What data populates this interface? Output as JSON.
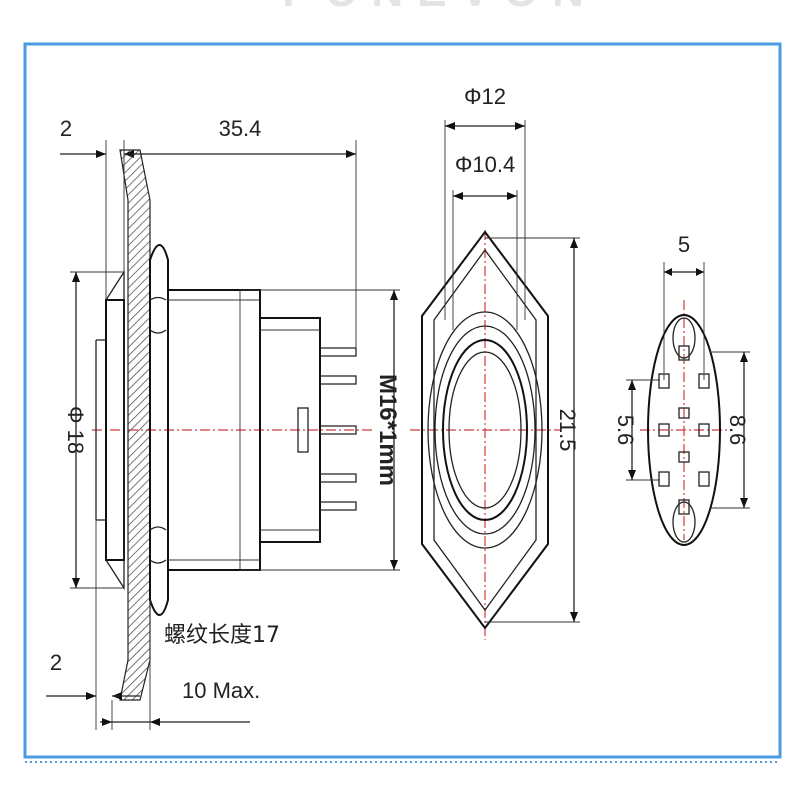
{
  "watermark": "PUNEVON",
  "colors": {
    "frame": "#4a9be0",
    "centerline": "#d23a3a",
    "ink": "#222222",
    "hatch": "#555555"
  },
  "side_view": {
    "panel_thickness_top": "2",
    "overall_length": "35.4",
    "diameter": "Φ 18",
    "thread_spec": "M16*1mm",
    "thread_length": "螺纹长度17",
    "max_panel": "10 Max.",
    "panel_thickness_bottom": "2"
  },
  "front_view": {
    "outer_diameter": "Φ12",
    "inner_diameter": "Φ10.4",
    "hex_height": "21.5"
  },
  "pin_view": {
    "pin_spacing": "5",
    "inner_span": "5.6",
    "outer_span": "8.6"
  }
}
